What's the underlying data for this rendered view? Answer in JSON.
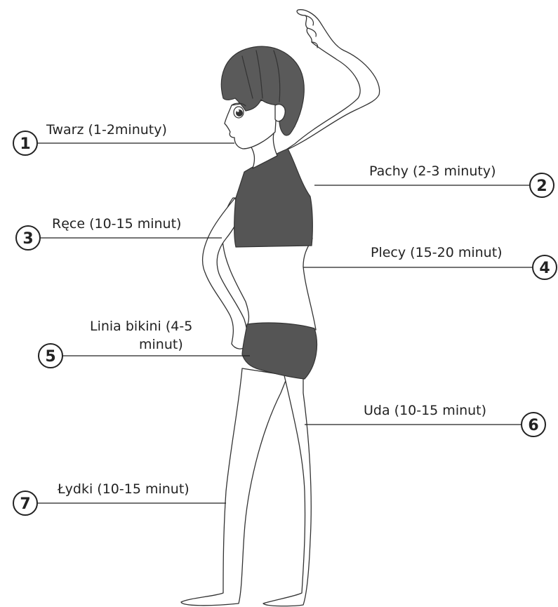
{
  "figure": {
    "alt_subject": "illustration-of-woman-side-view",
    "colors": {
      "line": "#333333",
      "garment": "#555555",
      "hair": "#5a5a5a",
      "text": "#222222"
    }
  },
  "callouts": [
    {
      "number": "1",
      "label": "Twarz (1-2minuty)"
    },
    {
      "number": "2",
      "label": "Pachy (2-3 minuty)"
    },
    {
      "number": "3",
      "label": "Ręce (10-15 minut)"
    },
    {
      "number": "4",
      "label": "Plecy (15-20 minut)"
    },
    {
      "number": "5",
      "label_line1": "Linia bikini (4-5",
      "label_line2": "minut)"
    },
    {
      "number": "6",
      "label": "Uda (10-15 minut)"
    },
    {
      "number": "7",
      "label": "Łydki (10-15 minut)"
    }
  ]
}
